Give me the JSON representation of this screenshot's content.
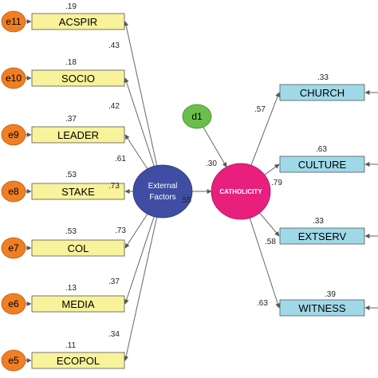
{
  "colors": {
    "indicator_fill": "#f8f29a",
    "error_fill": "#f07f24",
    "external_fill": "#3f4ea3",
    "catholicity_fill": "#e91f7e",
    "disturbance_fill": "#6abf4b",
    "outcome_fill": "#9fd9e8",
    "line": "#666666"
  },
  "external_factors": {
    "label_line1": "External",
    "label_line2": "Factors"
  },
  "catholicity": {
    "label": "CATHOLICITY"
  },
  "disturbance": {
    "label": "d1"
  },
  "structural": {
    "ext_to_cath": ".55",
    "d1_to_cath": ".30"
  },
  "indicators": [
    {
      "error": "e11",
      "label": "ACSPIR",
      "r2": ".19",
      "loading": ".43"
    },
    {
      "error": "e10",
      "label": "SOCIO",
      "r2": ".18",
      "loading": ".42"
    },
    {
      "error": "e9",
      "label": "LEADER",
      "r2": ".37",
      "loading": ".61"
    },
    {
      "error": "e8",
      "label": "STAKE",
      "r2": ".53",
      "loading": ".73"
    },
    {
      "error": "e7",
      "label": "COL",
      "r2": ".53",
      "loading": ".73"
    },
    {
      "error": "e6",
      "label": "MEDIA",
      "r2": ".13",
      "loading": ".37"
    },
    {
      "error": "e5",
      "label": "ECOPOL",
      "r2": ".11",
      "loading": ".34"
    }
  ],
  "outcomes": [
    {
      "label": "CHURCH",
      "r2": ".33",
      "loading": ".57"
    },
    {
      "label": "CULTURE",
      "r2": ".63",
      "loading": ".79"
    },
    {
      "label": "EXTSERV",
      "r2": ".33",
      "loading": ".58"
    },
    {
      "label": "WITNESS",
      "r2": ".39",
      "loading": ".63"
    }
  ]
}
